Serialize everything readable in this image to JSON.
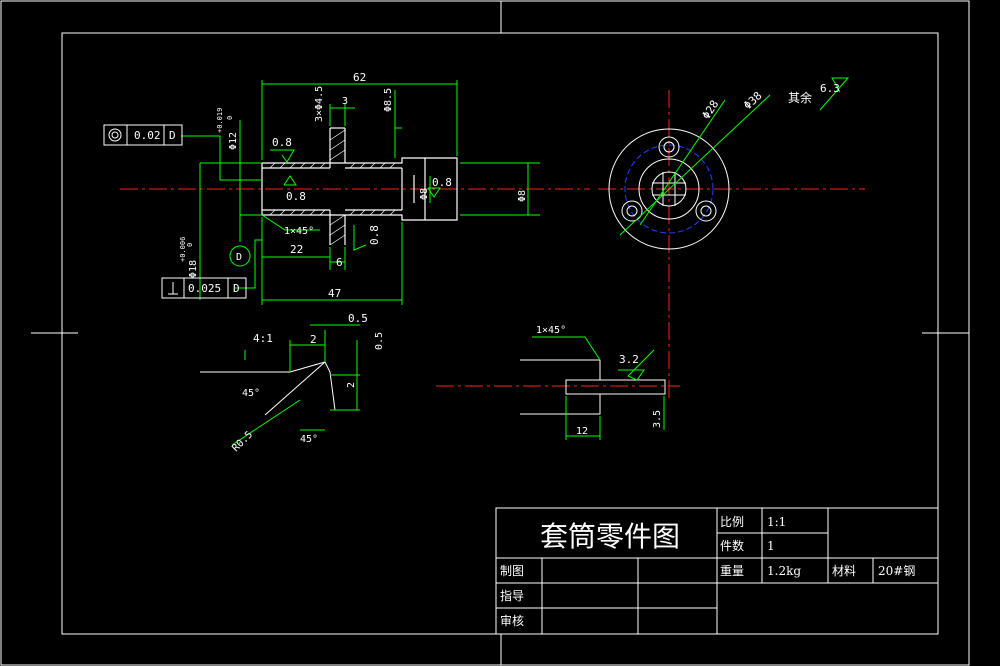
{
  "title_block": {
    "title": "套筒零件图",
    "scale_label": "比例",
    "scale_value": "1:1",
    "count_label": "件数",
    "count_value": "1",
    "weight_label": "重量",
    "weight_value": "1.2kg",
    "material_label": "材料",
    "material_value": "20#钢",
    "drawn_label": "制图",
    "guide_label": "指导",
    "review_label": "审核"
  },
  "dims": {
    "d62": "62",
    "d3x64": "3×Φ4.5",
    "d3": "3",
    "d68_5": "Φ8.5",
    "rough_08a": "0.8",
    "rough_08b": "0.8",
    "rough_08c": "0.8",
    "rough_08d": "0.8",
    "d12tol": "Φ12",
    "d12tol_sup": "+0.019",
    "d12tol_sub": "0",
    "chamfer1": "1×45°",
    "d22": "22",
    "d6": "6",
    "d47": "47",
    "d08_vert": "Φ8",
    "d98": "Φ8",
    "d18tol": "Φ18",
    "d18tol_sup": "+0.006",
    "d18tol_sub": "0",
    "datum": "D",
    "fcf1_val": "0.02",
    "fcf1_ref": "D",
    "fcf2_val": "0.025",
    "fcf2_ref": "D",
    "d28": "Φ28",
    "d38": "Φ38",
    "rest": "其余",
    "rest_rough": "6.3",
    "scale41": "4:1",
    "d2a": "2",
    "d05a": "0.5",
    "d05b": "0.5",
    "d2b": "2",
    "ang45a": "45°",
    "ang45b": "45°",
    "r05": "R0.5",
    "chamfer2": "1×45°",
    "rough32": "3.2",
    "d12b": "12",
    "d3_5": "3.5"
  },
  "colors": {
    "outline": "#ffffff",
    "dimension": "#00ff00",
    "center": "#ff2020",
    "hidden": "#2040ff"
  }
}
